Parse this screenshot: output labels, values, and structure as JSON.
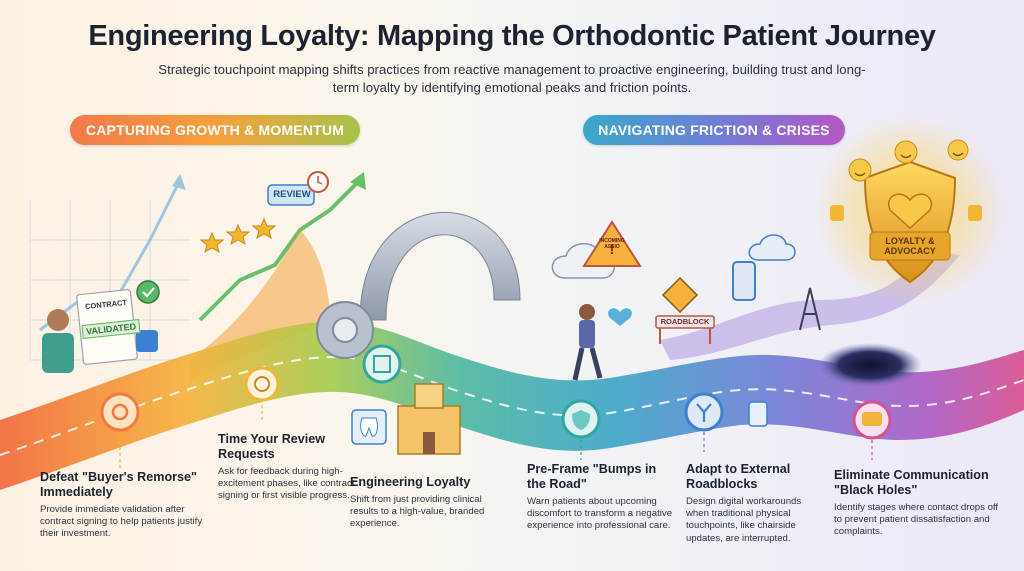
{
  "title": "Engineering Loyalty: Mapping the Orthodontic Patient Journey",
  "subtitle": "Strategic touchpoint mapping shifts practices from reactive management to proactive engineering, building trust and long-term loyalty by identifying emotional peaks and friction points.",
  "sections": {
    "left": "CAPTURING GROWTH & MOMENTUM",
    "right": "NAVIGATING FRICTION & CRISES"
  },
  "illustration_labels": {
    "contract": "CONTRACT",
    "validated": "VALIDATED",
    "review": "REVIEW",
    "roadblock": "ROADBLOCK",
    "warning": "INCOMING ASSIO",
    "shield": "LOYALTY & ADVOCACY"
  },
  "stages": [
    {
      "heading": "Defeat \"Buyer's Remorse\" Immediately",
      "body": "Provide immediate validation after contract signing to help patients justify their investment."
    },
    {
      "heading": "Time Your Review Requests",
      "body": "Ask for feedback during high-excitement phases, like contract signing or first visible progress."
    },
    {
      "heading": "Engineering Loyalty",
      "body": "Shift from just providing clinical results to a high-value, branded experience."
    },
    {
      "heading": "Pre-Frame \"Bumps in the Road\"",
      "body": "Warn patients about upcoming discomfort to transform a negative experience into professional care."
    },
    {
      "heading": "Adapt to External Roadblocks",
      "body": "Design digital workarounds when traditional physical touchpoints, like chairside updates, are interrupted."
    },
    {
      "heading": "Eliminate Communication \"Black Holes\"",
      "body": "Identify stages where contact drops off to prevent patient dissatisfaction and complaints."
    }
  ],
  "colors": {
    "orange": "#f37a3a",
    "yellow": "#f3b43a",
    "green": "#5bb868",
    "teal": "#2ea7a3",
    "blue": "#3d7fd1",
    "purple": "#9b5bc9",
    "pink": "#d9508f",
    "gold": "#f2b632"
  }
}
